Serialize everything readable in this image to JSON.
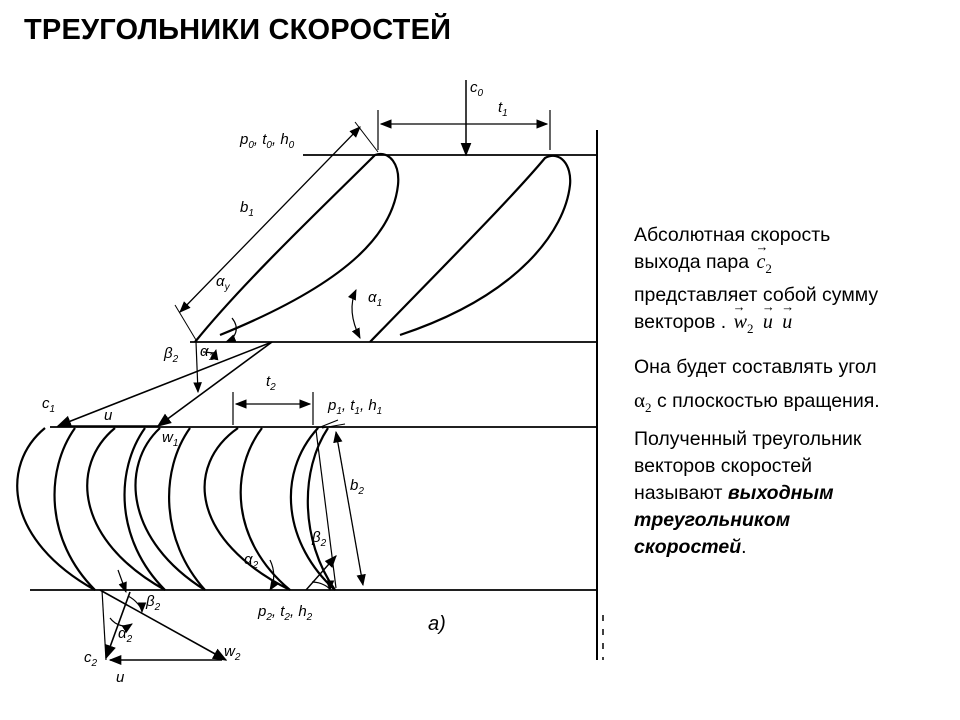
{
  "title": "ТРЕУГОЛЬНИКИ СКОРОСТЕЙ",
  "text": {
    "p1_line1": "Абсолютная скорость",
    "p1_line2_prefix": "выхода пара",
    "p1_c_symbol": "c",
    "p1_c_sub": "2",
    "p1_line3": "представляет собой сумму",
    "p1_line4_prefix": "векторов .",
    "p1_w_symbol": "w",
    "p1_w_sub": "2",
    "p1_and": "и",
    "p1_u_symbol": "u",
    "p2_line1": "Она будет составлять угол",
    "p2_alpha": "α",
    "p2_alpha_sub": "2",
    "p2_line2_suffix": "с плоскостью вращения.",
    "p3_line1": "Полученный треугольник",
    "p3_line2": "векторов скоростей",
    "p3_line3_prefix": "называют",
    "p3_bold1": "выходным",
    "p3_bold2": "треугольником",
    "p3_bold3": "скоростей",
    "p3_end": "."
  },
  "diagram": {
    "labels": {
      "c0": "c",
      "c0_sub": "0",
      "t1": "t",
      "t1_sub": "1",
      "p0": "p",
      "p0_sub": "0",
      "t0": "t",
      "t0_sub": "0",
      "h0": "h",
      "h0_sub": "0",
      "b1": "b",
      "b1_sub": "1",
      "alpha_y": "α",
      "alpha_y_sub": "y",
      "alpha1_top": "α",
      "alpha1_top_sub": "1",
      "beta2_left": "β",
      "beta2_left_sub": "2",
      "alpha1_mid": "α",
      "alpha1_mid_sub": "1",
      "c1": "c",
      "c1_sub": "1",
      "u_mid": "u",
      "w1": "w",
      "w1_sub": "1",
      "t2": "t",
      "t2_sub": "2",
      "p1": "p",
      "p1_sub": "1",
      "t1b": "t",
      "t1b_sub": "1",
      "h1": "h",
      "h1_sub": "1",
      "b2": "b",
      "b2_sub": "2",
      "beta2_right": "β",
      "beta2_right_sub": "2",
      "alpha2_right": "α",
      "alpha2_right_sub": "2",
      "beta2_bottom": "β",
      "beta2_bottom_sub": "2",
      "alpha2_bottom": "α",
      "alpha2_bottom_sub": "2",
      "p2": "p",
      "p2_sub": "2",
      "t2b": "t",
      "t2b_sub": "2",
      "h2": "h",
      "h2_sub": "2",
      "w2": "w",
      "w2_sub": "2",
      "c2": "c",
      "c2_sub": "2",
      "u_bottom": "u",
      "fig": "a)"
    }
  }
}
